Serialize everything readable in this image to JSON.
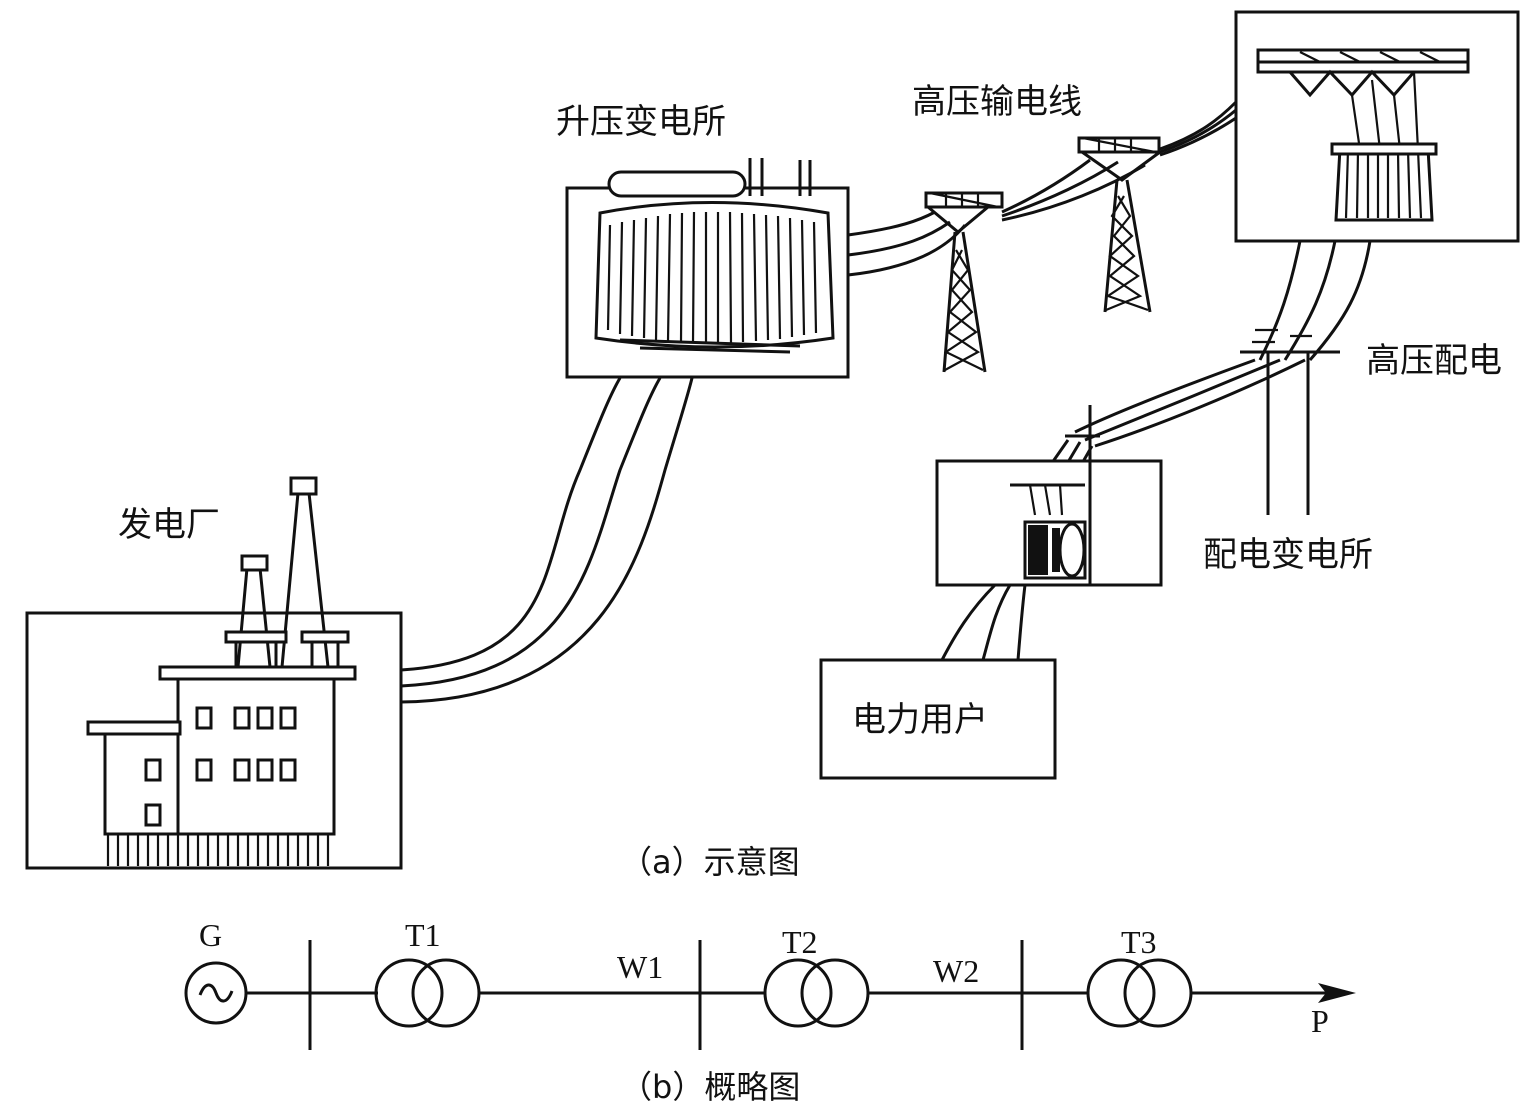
{
  "labels": {
    "power_plant": "发电厂",
    "step_up_substation": "升压变电所",
    "hv_transmission_line": "高压输电线",
    "hv_distribution": "高压配电",
    "distribution_substation": "配电变电所",
    "power_user": "电力用户"
  },
  "captions": {
    "a": "（a）示意图",
    "b": "（b）概略图"
  },
  "schematic": {
    "generator": "G",
    "generator_symbol": "~",
    "transformers": [
      "T1",
      "T2",
      "T3"
    ],
    "lines": [
      "W1",
      "W2"
    ],
    "load": "P"
  }
}
